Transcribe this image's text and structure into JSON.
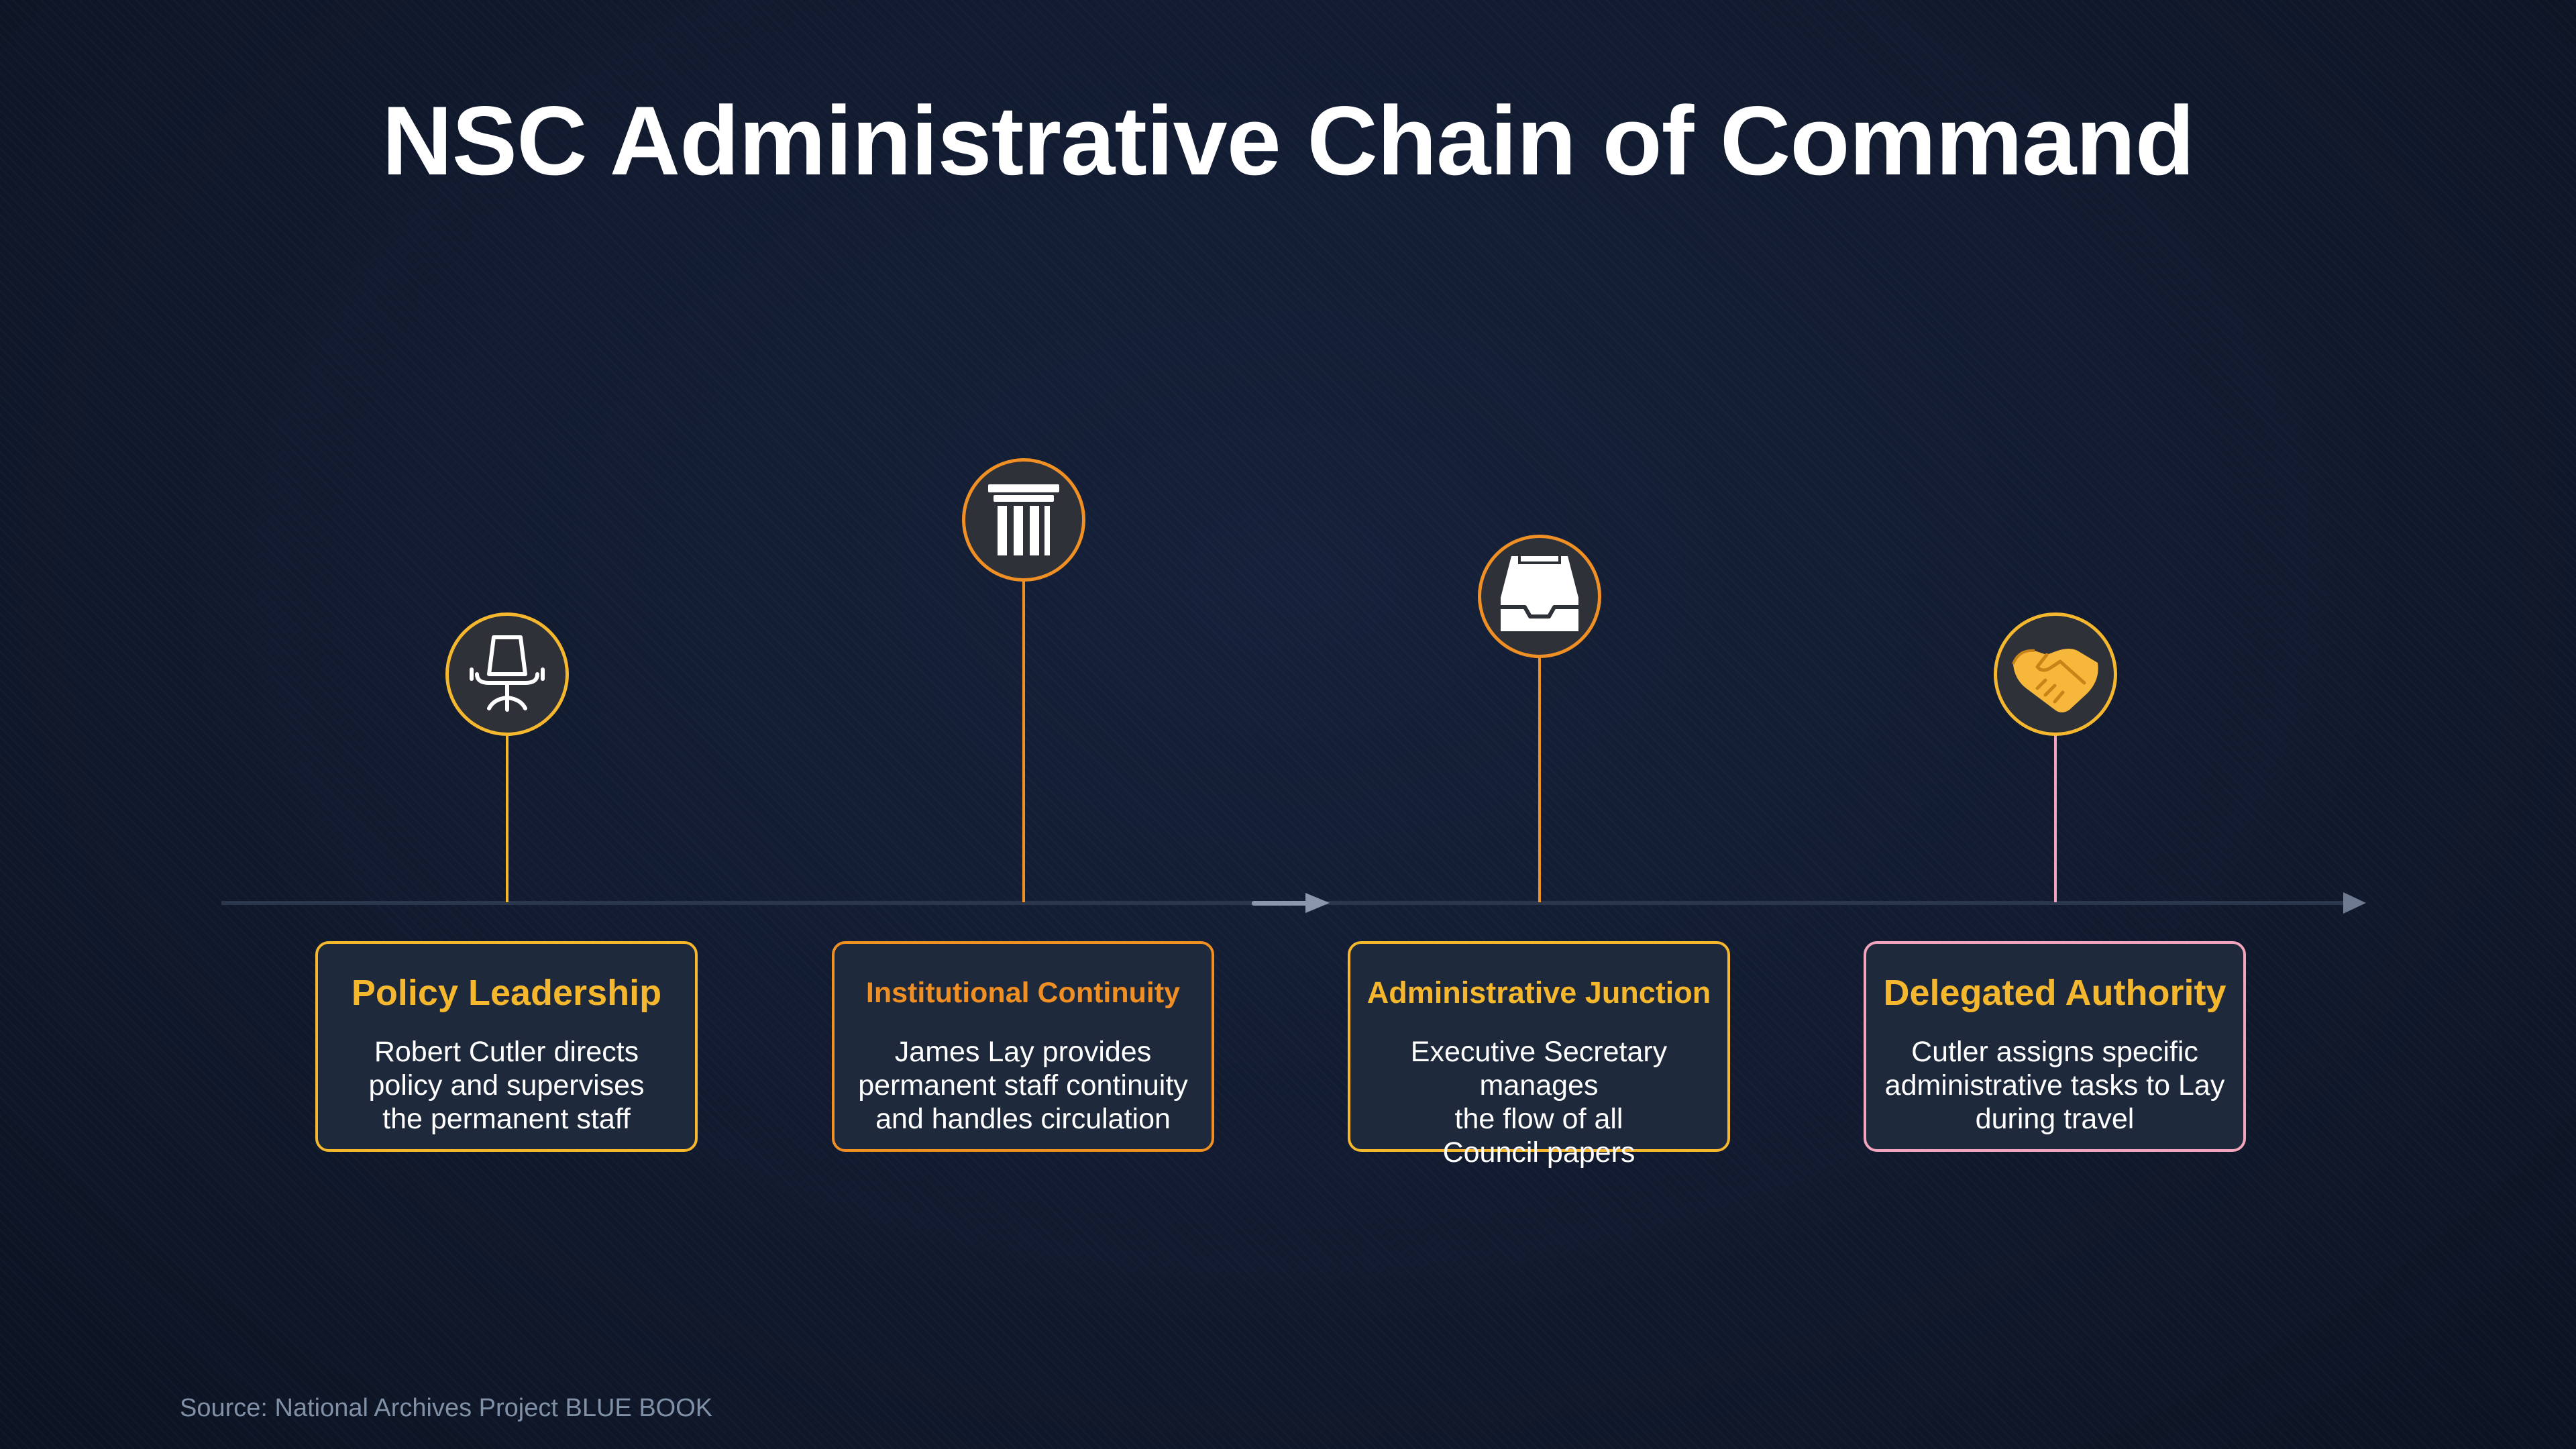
{
  "title": "NSC Administrative Chain of Command",
  "source": "Source: National Archives Project BLUE BOOK",
  "colors": {
    "gold": "#f5b72d",
    "orange": "#ef8f24",
    "pink": "#f2a5bc",
    "card_bg": "#1e293b",
    "timeline": "#2a364b"
  },
  "steps": [
    {
      "icon": "office-chair-icon",
      "title": "Policy Leadership",
      "description": "Robert Cutler directs\npolicy and supervises\n the permanent staff"
    },
    {
      "icon": "column-pillar-icon",
      "title": "Institutional Continuity",
      "description": "James Lay provides\npermanent staff continuity\nand handles circulation"
    },
    {
      "icon": "inbox-tray-icon",
      "title": "Administrative Junction",
      "description": "Executive Secretary manages\nthe flow of all\nCouncil papers"
    },
    {
      "icon": "handshake-icon",
      "title": "Delegated Authority",
      "description": "Cutler assigns specific\nadministrative tasks to Lay\nduring travel"
    }
  ]
}
